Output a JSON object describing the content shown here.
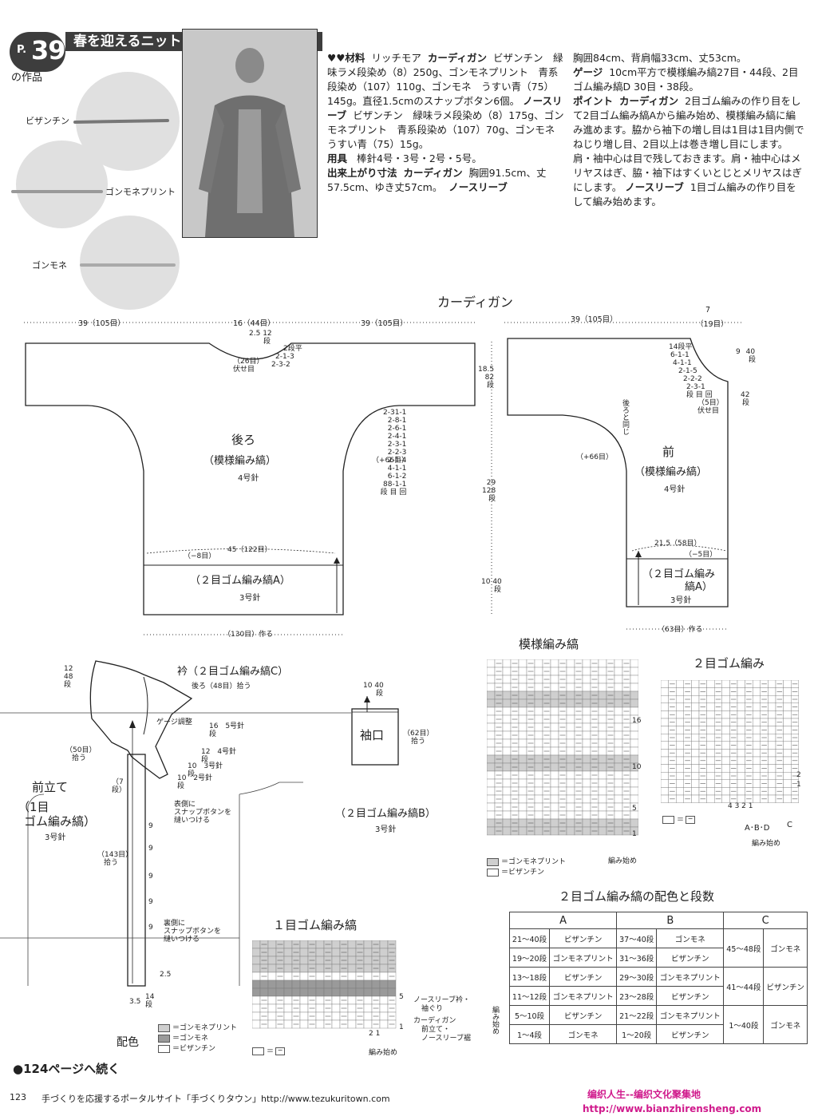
{
  "header": {
    "badge_prefix": "P.",
    "badge_num": "39",
    "badge_sub": "の作品",
    "title": "春を迎えるニット"
  },
  "yarns": [
    {
      "name": "ビザンチン"
    },
    {
      "name": "ゴンモネプリント"
    },
    {
      "name": "ゴンモネ"
    }
  ],
  "colors": {
    "dark": "#3d3d3d",
    "swatch_light": "#efefef",
    "swatch_mid": "#cfcfcf",
    "swatch_dark": "#9a9a9a",
    "watermark": "#d01a8c"
  },
  "text": {
    "materials_label": "♥♥材料",
    "materials_1": "リッチモア",
    "materials_cardigan": "カーディガン",
    "materials_2": "ビザンチン　緑味ラメ段染め（8）250g、ゴンモネプリント　青系段染め（107）110g、ゴンモネ　うすい青（75）145g。直径1.5cmのスナップボタン6個。",
    "materials_sleeveless": "ノースリーブ",
    "materials_3": "ビザンチン　緑味ラメ段染め（8）175g、ゴンモネプリント　青系段染め（107）70g、ゴンモネ　うすい青（75）15g。",
    "tools_label": "用具",
    "tools": "棒針4号・3号・2号・5号。",
    "size_label": "出来上がり寸法",
    "size_cardigan": "カーディガン",
    "size_1": "胸囲91.5cm、丈57.5cm、ゆき丈57cm。",
    "size_sleeveless": "ノースリーブ",
    "size_2": "胸囲84cm、背肩幅33cm、丈53cm。",
    "gauge_label": "ゲージ",
    "gauge": "10cm平方で模様編み縞27目・44段、2目ゴム編み縞D 30目・38段。",
    "point_label": "ポイント",
    "point_cardigan": "カーディガン",
    "point_1": "2目ゴム編みの作り目をして2目ゴム編み縞Aから編み始め、模様編み縞に編み進めます。脇から袖下の増し目は1目は1目内側でねじり増し目、2目以上は巻き増し目にします。肩・袖中心は目で残しておきます。肩・袖中心はメリヤスはぎ、脇・袖下はすくいとじとメリヤスはぎにします。",
    "point_sleeveless": "ノースリーブ",
    "point_2": "1目ゴム編みの作り目をして編み始めます。"
  },
  "diagram": {
    "title": "カーディガン",
    "back_title": "後ろ",
    "back_sub": "（模様編み縞）",
    "back_needle": "4号針",
    "front_title": "前",
    "front_sub": "（模様編み縞）",
    "front_needle": "4号針",
    "rib_a": "（２目ゴム編み縞A）",
    "rib_a_f1": "（２目ゴム編み",
    "rib_a_f2": "縞A）",
    "needle3": "3号針",
    "dims": {
      "b_left": "39（105目）",
      "b_neck": "16（44目）",
      "b_right": "39（105目）",
      "f_width": "39（105目）",
      "f_neck": "7",
      "f_neck2": "（19目）",
      "b_neck_depth": "2.5",
      "b_neck_rows": "12",
      "b_neck_dan": "段",
      "b_neck_bo": "（26目）",
      "b_neck_bo2": "伏せ目",
      "b_neck_dec1": "2段平",
      "b_neck_dec2": "2-1-3",
      "b_neck_dec3": "2-3-2",
      "sleeve_h": "18.5",
      "sleeve_rows": "82",
      "sleeve_dan": "段",
      "body_h": "29",
      "body_rows": "128",
      "body_dan": "段",
      "rib_h": "10",
      "rib_rows": "40",
      "rib_dan": "段",
      "b_inc": [
        "2-31-1",
        "2-8-1",
        "2-6-1",
        "2-4-1",
        "2-3-1",
        "2-2-3",
        "2-1-4",
        "4-1-1",
        "6-1-2",
        "88-1-1",
        "段 目 回"
      ],
      "plus66": "（+66目）",
      "b_45": "45（122目）",
      "b_minus8": "（−8目）",
      "b_cast": "（130目）作る",
      "f_neck_dec": [
        "14段平",
        "6-1-1",
        "4-1-1",
        "2-1-5",
        "2-2-2",
        "2-3-1",
        "段 目 回",
        "（5目）",
        "伏せ目"
      ],
      "f_9": "9",
      "f_40": "40",
      "f_42": "42",
      "f_dan": "段",
      "f_same": "後ろと同じ",
      "f_21": "21.5（58目）",
      "f_minus5": "（−5目）",
      "f_cast": "（63目）作る"
    },
    "collar_title": "衿（２目ゴム編み縞C）",
    "collar_pick": "後ろ（48目）拾う",
    "collar_gauge": "ゲージ調整",
    "collar_12": "12",
    "collar_48": "48",
    "collar_dan": "段",
    "collar_50": "（50目）",
    "collar_pick2": "拾う",
    "c_16": "16",
    "c_16d": "段",
    "c_5": "5号針",
    "c_12": "12",
    "c_12d": "段",
    "c_4": "4号針",
    "c_10a": "10",
    "c_10ad": "段",
    "c_3": "3号針",
    "c_10b": "10",
    "c_10bd": "段",
    "c_2": "2号針",
    "c_snap1": "表側に",
    "c_snap2": "スナップボタンを",
    "c_snap3": "縫いつける",
    "band_title1": "前立て",
    "band_title2": "（1目",
    "band_title3": "ゴム編み縞）",
    "band_needle": "3号針",
    "band_7": "（7",
    "band_7d": "段）",
    "band_143": "（143目）",
    "band_143p": "拾う",
    "band_snap1": "裏側に",
    "band_snap2": "スナップボタンを",
    "band_snap3": "縫いつける",
    "band_25": "2.5",
    "band_35": "3.5",
    "band_14": "14",
    "band_14d": "段",
    "band_9s": [
      "9",
      "9",
      "9",
      "9",
      "9"
    ],
    "cuff_title": "袖口",
    "cuff_10": "10",
    "cuff_40": "40",
    "cuff_dan": "段",
    "cuff_62": "（62目）",
    "cuff_pick": "拾う",
    "cuff_rib": "（２目ゴム編み縞B）",
    "cuff_needle": "3号針"
  },
  "legend": {
    "title": "配色",
    "items": [
      "＝ゴンモネプリント",
      "＝ゴンモネ",
      "＝ビザンチン"
    ]
  },
  "charts": {
    "pattern_title": "模様編み縞",
    "pattern_16": "16",
    "pattern_10": "10",
    "pattern_5": "5",
    "pattern_1": "1",
    "pattern_start": "編み始め",
    "pattern_legend": [
      "＝ゴンモネプリント",
      "＝ビザンチン"
    ],
    "rib2_title": "２目ゴム編み",
    "rib2_2": "2",
    "rib2_1": "1",
    "rib2_cols": "4  3 2 1",
    "rib2_abd": "A･B･D",
    "rib2_c": "C",
    "rib2_start": "編み始め",
    "rib2_legend": "＝",
    "rib1_title": "１目ゴム編み縞",
    "rib1_5": "5",
    "rib1_1": "1",
    "rib1_cols": "2 1",
    "rib1_note1": "ノースリーブ衿・",
    "rib1_note2": "袖ぐり",
    "rib1_note3": "カーディガン",
    "rib1_note4": "前立て・",
    "rib1_note5": "ノースリーブ裾",
    "rib1_start_v": "編み始め",
    "rib1_start": "編み始め",
    "rib1_legend": "＝"
  },
  "color_table": {
    "title": "２目ゴム編み縞の配色と段数",
    "headers": [
      "A",
      "B",
      "C"
    ],
    "rows": [
      [
        "21〜40段",
        "ビザンチン",
        "37〜40段",
        "ゴンモネ"
      ],
      [
        "19〜20段",
        "ゴンモネプリント",
        "31〜36段",
        "ビザンチン"
      ],
      [
        "13〜18段",
        "ビザンチン",
        "29〜30段",
        "ゴンモネプリント"
      ],
      [
        "11〜12段",
        "ゴンモネプリント",
        "23〜28段",
        "ビザンチン"
      ],
      [
        "5〜10段",
        "ビザンチン",
        "21〜22段",
        "ゴンモネプリント"
      ],
      [
        "1〜4段",
        "ゴンモネ",
        "1〜20段",
        "ビザンチン"
      ]
    ],
    "c_rows": [
      [
        "45〜48段",
        "ゴンモネ"
      ],
      [
        "41〜44段",
        "ビザンチン"
      ],
      [
        "1〜40段",
        "ゴンモネ"
      ]
    ]
  },
  "continue": "●124ページへ続く",
  "footer": {
    "page": "123",
    "text": "手づくりを応援するポータルサイト「手づくりタウン」http://www.tezukuritown.com"
  },
  "watermark": {
    "line1": "编织人生--编织文化聚集地",
    "line2": "http://www.bianzhirensheng.com"
  }
}
